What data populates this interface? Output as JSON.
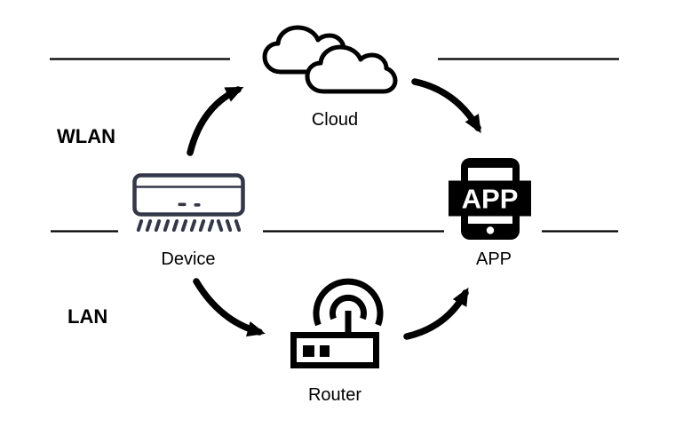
{
  "diagram": {
    "background": "#ffffff",
    "ink_color": "#000000",
    "device_ink_color": "#343747",
    "zones": {
      "wlan": {
        "label": "WLAN"
      },
      "lan": {
        "label": "LAN"
      }
    },
    "nodes": {
      "cloud": {
        "label": "Cloud"
      },
      "device": {
        "label": "Device"
      },
      "app": {
        "label": "APP",
        "badge": "APP"
      },
      "router": {
        "label": "Router"
      }
    },
    "connections": [
      {
        "from": "Device",
        "to": "Cloud",
        "zone": "WLAN"
      },
      {
        "from": "Cloud",
        "to": "APP",
        "zone": "WLAN"
      },
      {
        "from": "Device",
        "to": "Router",
        "zone": "LAN"
      },
      {
        "from": "Router",
        "to": "APP",
        "zone": "LAN"
      }
    ]
  }
}
